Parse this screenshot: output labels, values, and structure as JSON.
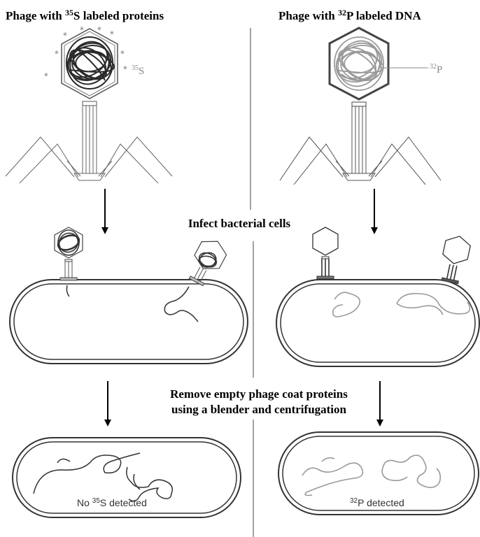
{
  "left_panel": {
    "title_prefix": "Phage with ",
    "title_isotope_mass": "35",
    "title_suffix": "S labeled proteins",
    "capsid_label_mass": "35",
    "capsid_label_symbol": "S",
    "star_symbol": "*",
    "result_prefix": "No ",
    "result_isotope_mass": "35",
    "result_suffix": "S detected"
  },
  "right_panel": {
    "title_prefix": "Phage with ",
    "title_isotope_mass": "32",
    "title_suffix": "P labeled DNA",
    "capsid_label_mass": "32",
    "capsid_label_symbol": "P",
    "result_isotope_mass": "32",
    "result_suffix": "P detected"
  },
  "steps": {
    "infect": "Infect bacterial cells",
    "remove_line1": "Remove empty phage coat proteins",
    "remove_line2": "using a blender and centrifugation"
  },
  "colors": {
    "outline": "#555555",
    "protein_label": "#888888",
    "dna_light": "#999999",
    "dna_dark": "#333333"
  }
}
